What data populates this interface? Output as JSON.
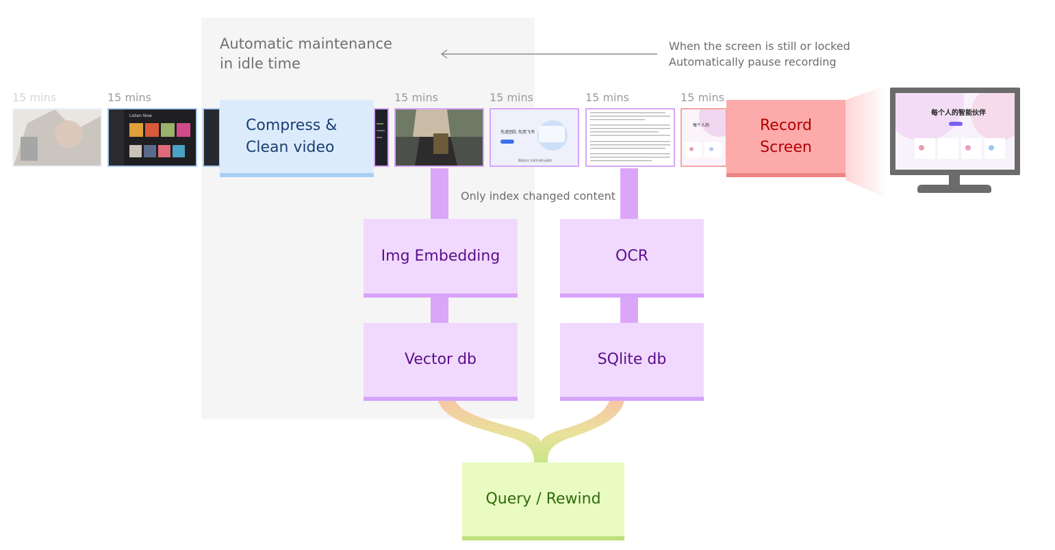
{
  "idle_zone": {
    "caption": "Automatic maintenance in idle time"
  },
  "pause_note": {
    "line1": "When the screen is still or locked",
    "line2": "Automatically pause recording"
  },
  "timeline": {
    "interval_label": "15 mins",
    "labels": [
      "15 mins",
      "15 mins",
      "15 mins",
      "15 mins",
      "15 mins",
      "15 mins"
    ]
  },
  "stages": {
    "compress": "Compress & Clean video",
    "record": "Record Screen",
    "img_embedding": "Img Embedding",
    "ocr": "OCR",
    "vector_db": "Vector db",
    "sqlite_db": "SQlite db",
    "query": "Query / Rewind"
  },
  "index_note": "Only index changed content",
  "thumbnail_text": {
    "music_app": "Listen Now",
    "feishu_banner": "先进团队 先用飞书",
    "feishu_footer": "数据安全 全球先进的云服务",
    "assistant_headline": "每个人的智能伙伴",
    "assistant_headline_cropped": "每个人的"
  },
  "colors": {
    "blue_fill": "#dcebfb",
    "blue_edge": "#a9cff3",
    "red_fill": "#fcaaaa",
    "red_edge": "#ee8585",
    "purple_fill": "#f0d9fd",
    "purple_edge": "#d7a4f8",
    "green_fill": "#e9fbc1",
    "green_edge": "#bce07a"
  }
}
